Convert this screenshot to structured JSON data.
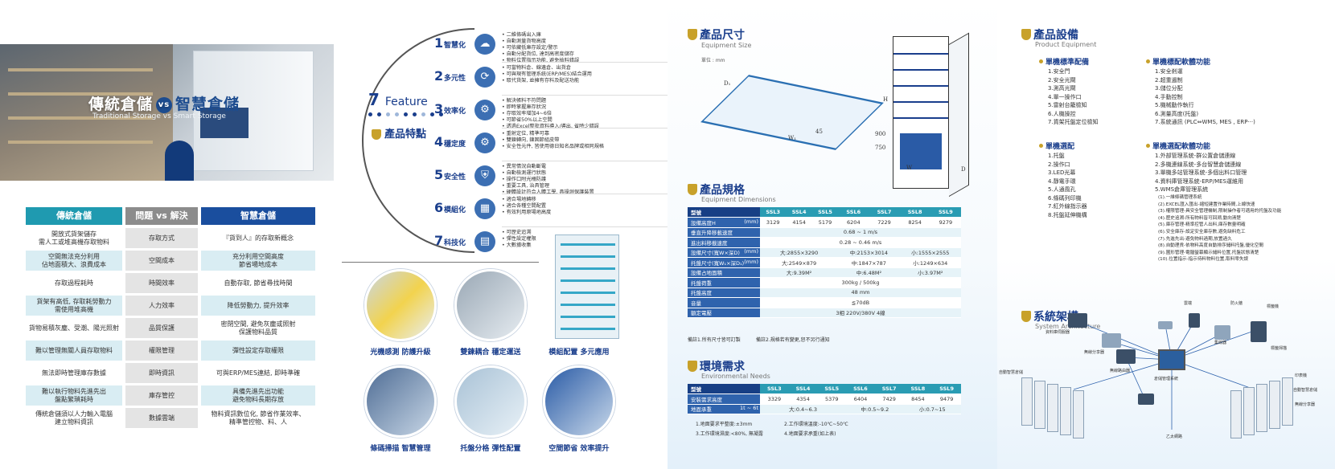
{
  "panel1": {
    "hero": {
      "title_left": "傳統倉儲",
      "vs": "vs",
      "title_right": "智慧倉儲",
      "subtitle": "Traditional Storage vs Smart Storage"
    },
    "table": {
      "headers": [
        "傳統倉儲",
        "問題 vs 解決",
        "智慧倉儲"
      ],
      "rows": [
        [
          "開放式貨架儲存\n需人工或堆高機存取物料",
          "存取方式",
          "『貨到人』的存取新概念"
        ],
        [
          "空間無法充分利用\n佔地面積大、浪費成本",
          "空間成本",
          "充分利用空間高度\n節省場地成本"
        ],
        [
          "存取過程耗時",
          "時間效率",
          "自動存取, 節省尋找時間"
        ],
        [
          "貨架有高低, 存取耗勞動力\n需使用堆高機",
          "人力效率",
          "降低勞動力, 提升效率"
        ],
        [
          "貨物易積灰塵、受潮、陽光照射",
          "品質保護",
          "密閉空間, 避免灰塵或照射\n保護物料品質"
        ],
        [
          "難以管理無關人員存取物料",
          "權限管理",
          "彈性設定存取權限"
        ],
        [
          "無法即時管理庫存數據",
          "即時資訊",
          "可與ERP/MES連結, 即時準確"
        ],
        [
          "難以執行物料先進先出\n盤點繁瑣耗時",
          "庫存管控",
          "具備先進先出功能\n避免物料長期存放"
        ],
        [
          "傳統倉儲須以人力輸入電腦\n建立物料資訊",
          "數據雲端",
          "物料資訊數位化, 節省作業效率、\n精準管控物、料、人"
        ]
      ]
    }
  },
  "panel2": {
    "feature_num": "7",
    "feature_word": "Feature",
    "feature_cn": "產品特點",
    "features": [
      {
        "num": "1",
        "name": "智慧化",
        "icon": "☁",
        "items": [
          "二維條碼出入庫",
          "自動測量貨物高度",
          "可依藏低庫存設定/警示",
          "自動分配貨位, 達到高密度儲存",
          "物料位置指示功能, 避免撿料錯誤"
        ]
      },
      {
        "num": "2",
        "name": "多元性",
        "icon": "⟳",
        "items": [
          "可當物料倉、線邊倉、出貨倉",
          "可與現有管理系統(ERP/MES)結合運用",
          "取代貨架, 並擁有存料及配送功能"
        ]
      },
      {
        "num": "3",
        "name": "效率化",
        "icon": "⚙",
        "items": [
          "解決帳料不符問題",
          "即時掌握庫存狀況",
          "存取效率增加4~6倍",
          "可節省50%以上空間",
          "透過Excel整批資料導入/導出, 省時少錯誤"
        ]
      },
      {
        "num": "4",
        "name": "穩定度",
        "icon": "⚙",
        "items": [
          "重射定位, 精準可靠",
          "雙鍊轉向, 鍊固節組皮帶",
          "安全性元件, 皆使用德日知名品牌或相同規格"
        ]
      },
      {
        "num": "5",
        "name": "安全性",
        "icon": "⛨",
        "items": [
          "異常情況自動斷電",
          "自動檢測運行狀態",
          "操作口附光柵防護",
          "重要工具, 治具管理",
          "硬體設計符合人體工學, 具操測保護裝置"
        ]
      },
      {
        "num": "6",
        "name": "模組化",
        "icon": "▦",
        "items": [
          "適合場地轉移",
          "適合各種空間配置",
          "有效利用原場地高度"
        ]
      },
      {
        "num": "7",
        "name": "科技化",
        "icon": "▤",
        "items": [
          "可歷史追溯",
          "彈性設定權限",
          "大數據收集"
        ]
      }
    ],
    "photos": [
      {
        "caption": "光機感測 防護升級"
      },
      {
        "caption": "雙鍊耦合 穩定運送"
      },
      {
        "caption": "模組配置 多元應用"
      },
      {
        "caption": "條碼掃描 智慧管理"
      },
      {
        "caption": "托盤分格 彈性配置"
      },
      {
        "caption": "空間節省 效率提升"
      }
    ]
  },
  "panel3": {
    "size": {
      "title": "產品尺寸",
      "subtitle": "Equipment Size",
      "unit": "單位 : mm",
      "labels": {
        "d1": "D₁",
        "w1": "W₁",
        "h": "H",
        "w": "W",
        "d": "D",
        "v900": "900",
        "v750": "750",
        "v45": "45"
      }
    },
    "spec": {
      "title": "產品規格",
      "subtitle": "Equipment Dimensions",
      "header": [
        "型號",
        "SSL3",
        "SSL4",
        "SSL5",
        "SSL6",
        "SSL7",
        "SSL8",
        "SSL9"
      ],
      "height_label": "設備高度H",
      "height_unit": "(mm)",
      "heights": [
        "3129",
        "4154",
        "5179",
        "6204",
        "7229",
        "8254",
        "9279"
      ],
      "rows": [
        {
          "label": "垂直升降移載速度",
          "value": "0.68 ~ 1 m/s"
        },
        {
          "label": "進出料移載速度",
          "value": "0.28 ~ 0.46 m/s"
        },
        {
          "label": "設備尺寸(寬W×深D)",
          "unit": "(mm)",
          "cols": [
            "大:2855×3290",
            "中:2153×3014",
            "小:1555×2555"
          ]
        },
        {
          "label": "托盤尺寸(寬W₁×深D₁)",
          "unit": "(mm)",
          "cols": [
            "大:2549×879",
            "中:1847×787",
            "小:1249×634"
          ]
        },
        {
          "label": "設備占地面積",
          "cols": [
            "大:9.39M²",
            "中:6.48M²",
            "小:3.97M²"
          ]
        },
        {
          "label": "托盤荷重",
          "value": "300kg / 500kg"
        },
        {
          "label": "托盤高度",
          "value": "48 mm"
        },
        {
          "label": "音量",
          "value": "≦70dB"
        },
        {
          "label": "額定電壓",
          "value": "3相 220V/380V 4線"
        }
      ],
      "note1": "備註1.所有尺寸皆可訂製",
      "note2": "備註2.規格若有變更,恕不另行通知"
    },
    "env": {
      "title": "環境需求",
      "subtitle": "Environmental Needs",
      "header": [
        "型號",
        "SSL3",
        "SSL4",
        "SSL5",
        "SSL6",
        "SSL7",
        "SSL8",
        "SSL9"
      ],
      "space_label": "安裝需求高度",
      "space_values": [
        "3329",
        "4354",
        "5379",
        "6404",
        "7429",
        "8454",
        "9479"
      ],
      "load_label": "地面承重",
      "load_unit": "1t ~ 6t",
      "load_cols": [
        "大:0.4~6.3",
        "中:0.5~9.2",
        "小:0.7~15"
      ],
      "notes": [
        "1.地面要求平整度:±3mm",
        "2.工作環境溫度:-10℃~50℃",
        "3.工作環境濕度:<80%, 無凝露",
        "4.地面要求承重(如上表)"
      ]
    }
  },
  "panel4": {
    "equip": {
      "title": "產品設備",
      "subtitle": "Product Equipment",
      "std_h": "單機標準配備",
      "std": [
        "1.安全門",
        "2.安全光閘",
        "3.測高光閘",
        "4.單一操作口",
        "5.雷射台籠檢知",
        "6.人機操控",
        "7.貨架托盤定位檢知"
      ],
      "opt_h": "單機選配",
      "opt": [
        "1.托盤",
        "2.操作口",
        "3.LED光幕",
        "4.靜電手環",
        "5.人通風孔",
        "6.條碼列印機",
        "7.紅外線指示器",
        "8.托盤延伸機構"
      ],
      "sw_h": "單機標配軟體功能",
      "sw": [
        "1.安全剎運",
        "2.超重遏制",
        "3.儲位分配",
        "4.手動控制",
        "5.機械動作執行",
        "6.測量高度(托盤)",
        "7.系統通訊 (PLC⇔WMS, MES , ERP···)"
      ],
      "swopt_h": "單機選配軟體功能",
      "swopt": [
        "1.外部管理系統-群公置倉儲連線",
        "2.多機連線系統-多台智慧倉儲連線",
        "3.單機多站管理系統-多個出料口管理",
        "4.資料庫管理系統-ERP/MES運維用",
        "5.WMS倉庫管理系統"
      ],
      "wms": [
        "(1).一維條碼管理系統",
        "(2).EXCEL匯入匯出-縮短建置作業時間,上線快速",
        "(3).權限管理-具安全管理機制,限制操作者可適用的托盤及功能",
        "(4).歷史追溯-所有物料皆可回溯,動向清楚",
        "(5).庫存管理-精準控管人出料,庫存數量明確",
        "(6).安全庫存-設定安全庫存數,避免缺料危工",
        "(7).先進先出-避免物料過期,放置過久",
        "(8).自動理貨-依物料高度自動排序儲料托盤,優化空間",
        "(9).圖形管理-電腦螢幕顯示儲料位置,托盤狀態清楚",
        "(10).位置指示-指示待料物料位置,取料零失誤"
      ]
    },
    "arch": {
      "title": "系統架構",
      "subtitle": "System Architecture",
      "labels": [
        "防火牆",
        "雲端",
        "集線器",
        "資料庫伺服器",
        "無線路由器",
        "無線分享器",
        "標籤機",
        "標籤掃描",
        "自動智慧倉儲",
        "倉儲管理系統",
        "乙太網路",
        "印表機",
        "自動智慧倉儲",
        "無線分享器"
      ]
    }
  }
}
